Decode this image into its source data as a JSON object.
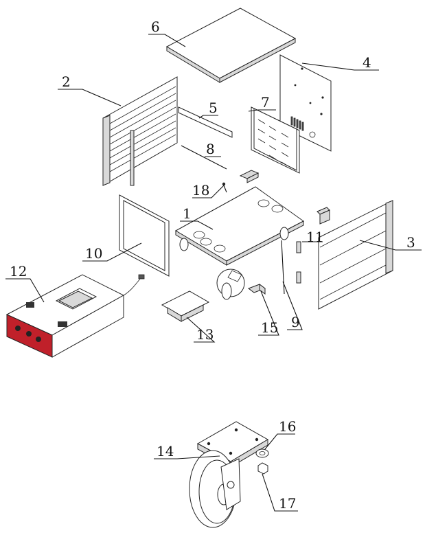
{
  "callouts": [
    {
      "n": "1"
    },
    {
      "n": "2"
    },
    {
      "n": "3"
    },
    {
      "n": "4"
    },
    {
      "n": "5"
    },
    {
      "n": "6"
    },
    {
      "n": "7"
    },
    {
      "n": "8"
    },
    {
      "n": "9"
    },
    {
      "n": "10"
    },
    {
      "n": "11"
    },
    {
      "n": "12"
    },
    {
      "n": "13"
    },
    {
      "n": "14"
    },
    {
      "n": "15"
    },
    {
      "n": "16"
    },
    {
      "n": "17"
    },
    {
      "n": "18"
    }
  ],
  "colors": {
    "line": "#111111",
    "heater_red": "#c0202a",
    "shade": "#d9d9d9"
  }
}
